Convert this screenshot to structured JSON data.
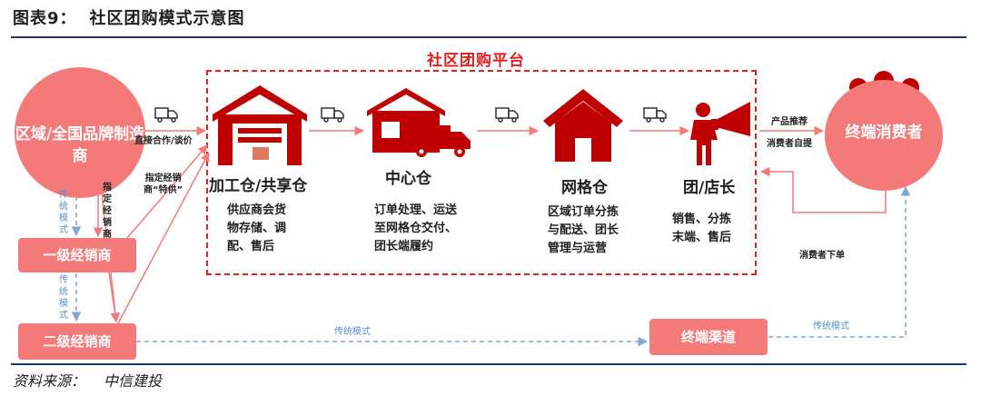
{
  "header": {
    "figure_number": "图表9：",
    "title": "社区团购模式示意图"
  },
  "platform": {
    "title": "社区团购平台"
  },
  "brand": {
    "label": "区域/全国品牌制造商"
  },
  "consumer": {
    "label": "终端消费者"
  },
  "nodes": [
    {
      "label": "加工仓/共享仓",
      "desc": [
        "供应商会货",
        "物存储、调",
        "配、售后"
      ]
    },
    {
      "label": "中心仓",
      "desc": [
        "订单处理、运送",
        "至网格仓交付、",
        "团长端履约"
      ]
    },
    {
      "label": "网格仓",
      "desc": [
        "区域订单分拣",
        "与配送、团长",
        "管理与运营"
      ]
    },
    {
      "label": "团/店长",
      "desc": [
        "销售、分拣",
        "末端、售后"
      ]
    }
  ],
  "distributors": {
    "level1": "一级经销商",
    "level2": "二级经销商",
    "terminal": "终端渠道"
  },
  "edge_labels": {
    "direct": "直接合作/谈价",
    "designated_special": [
      "指定经销",
      "商“特供”"
    ],
    "designated_vertical": "指定经销商",
    "traditional_v1": "传统模式",
    "traditional_v2": "传统模式",
    "traditional_bottom": "传统模式",
    "traditional_right": "传统模式",
    "product_rec": "产品推荐",
    "self_pickup": "消费者自提",
    "consumer_order": "消费者下单"
  },
  "source": {
    "label": "资料来源：",
    "org": "中信建投"
  },
  "colors": {
    "accent": "#e02020",
    "node": "#c00000",
    "soft": "#f47a7a",
    "blue_dash": "#5b8fc9",
    "rule": "#1f3864"
  }
}
